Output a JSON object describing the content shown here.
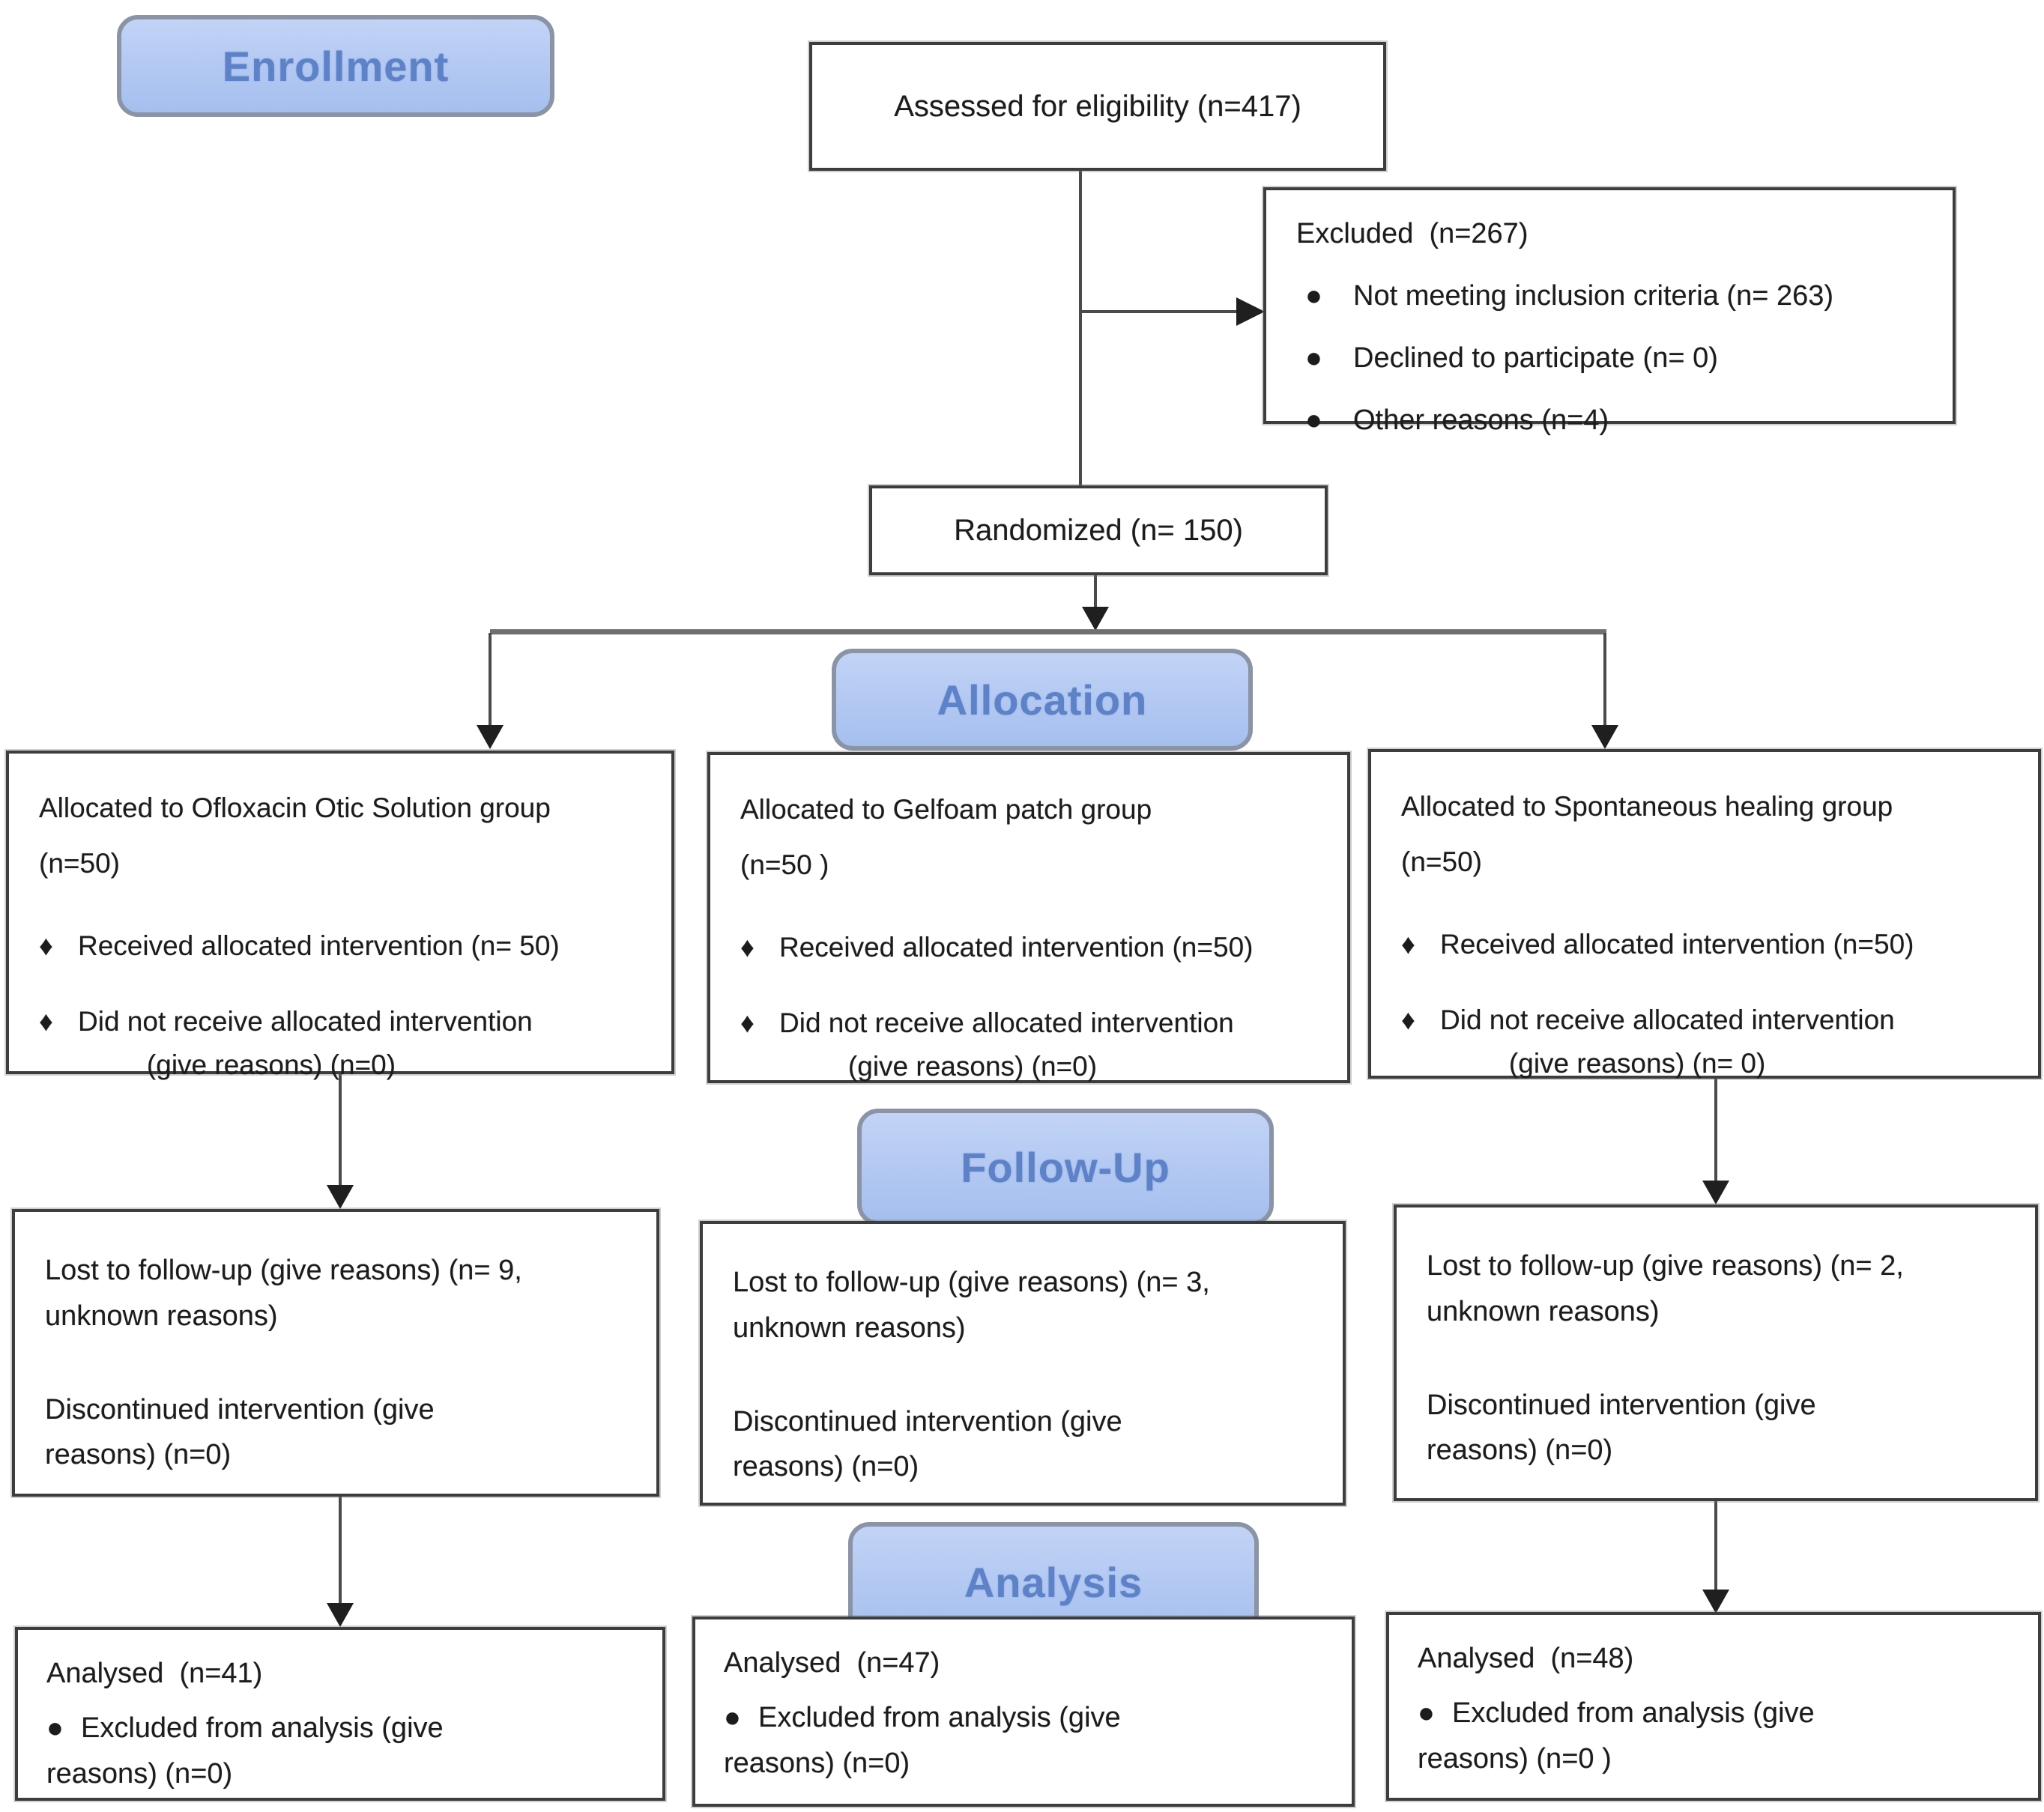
{
  "badges": {
    "enrollment": "Enrollment",
    "allocation": "Allocation",
    "followup": "Follow-Up",
    "analysis": "Analysis"
  },
  "colors": {
    "badge_fill": "#b2c8f2",
    "badge_border": "#8a94a6",
    "badge_text": "#5e82c8",
    "box_border": "#3d3d3d",
    "connector": "#4a4a4a"
  },
  "boxes": {
    "assessed": {
      "text": "Assessed for eligibility (n=417)"
    },
    "excluded": {
      "title": "Excluded  (n=267)",
      "bullets": [
        "Not meeting inclusion criteria (n= 263)",
        "Declined to participate (n= 0)",
        "Other reasons (n=4)"
      ]
    },
    "randomized": {
      "text": "Randomized (n= 150)"
    },
    "allocation": [
      {
        "title": "Allocated to Ofloxacin Otic Solution group\n(n=50)",
        "bullets": [
          "Received allocated intervention (n= 50)",
          "Did not receive allocated intervention\n              (give reasons) (n=0)"
        ]
      },
      {
        "title": "Allocated to Gelfoam patch group\n(n=50 )",
        "bullets": [
          "Received allocated intervention (n=50)",
          "Did not receive allocated intervention\n              (give reasons) (n=0)"
        ]
      },
      {
        "title": "Allocated to Spontaneous healing group\n(n=50)",
        "bullets": [
          "Received allocated intervention (n=50)",
          "Did not receive allocated intervention\n              (give reasons) (n= 0)"
        ]
      }
    ],
    "followup": [
      {
        "lost": "Lost to follow-up (give reasons) (n= 9,\nunknown reasons)",
        "discontinued": "Discontinued intervention (give\nreasons) (n=0)"
      },
      {
        "lost": "Lost to follow-up (give reasons) (n= 3,\nunknown reasons)",
        "discontinued": "Discontinued intervention (give\nreasons) (n=0)"
      },
      {
        "lost": "Lost to follow-up (give reasons) (n= 2,\nunknown reasons)",
        "discontinued": "Discontinued intervention (give\nreasons) (n=0)"
      }
    ],
    "analysis": [
      {
        "title": "Analysed  (n=41)",
        "bullet": "Excluded from analysis (give\nreasons) (n=0)"
      },
      {
        "title": "Analysed  (n=47)",
        "bullet": "Excluded from analysis (give\nreasons) (n=0)"
      },
      {
        "title": "Analysed  (n=48)",
        "bullet": "Excluded from analysis (give\nreasons) (n=0 )"
      }
    ]
  }
}
